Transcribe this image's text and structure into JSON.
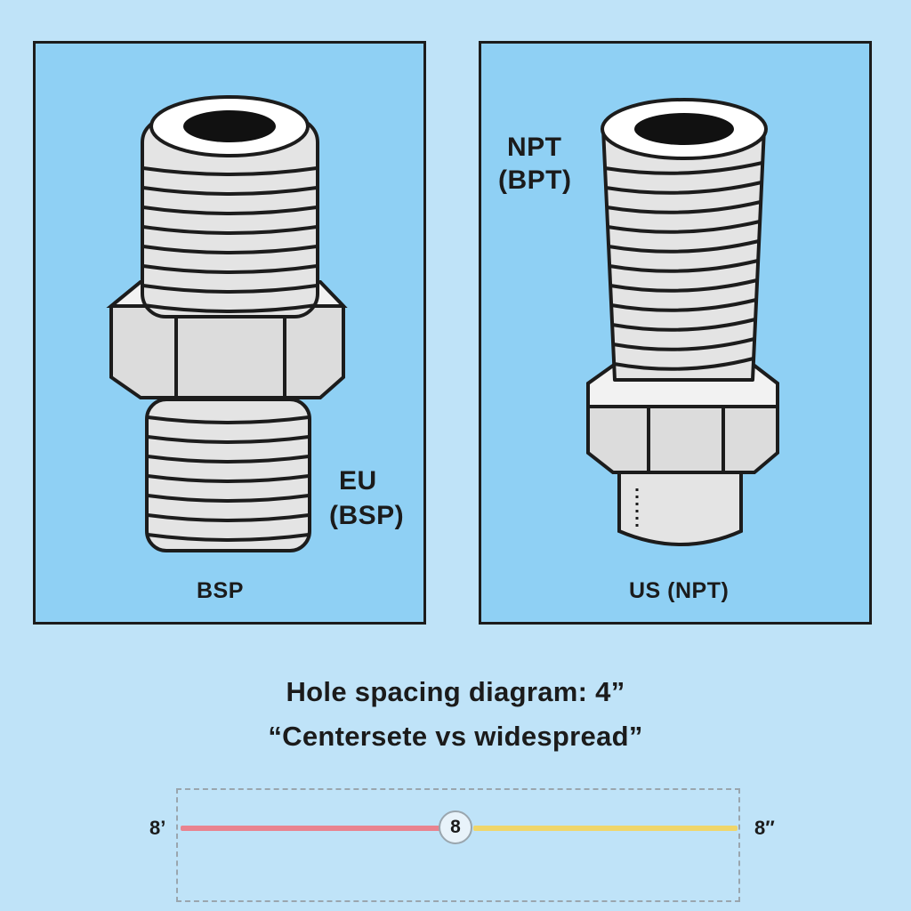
{
  "left_panel": {
    "side_label_line1": "EU",
    "side_label_line2": "(BSP)",
    "bottom_label": "BSP",
    "icon": "bsp-fitting-icon"
  },
  "right_panel": {
    "top_label_line1": "NPT",
    "top_label_line2": "(BPT)",
    "bottom_label": "US (NPT)",
    "icon": "npt-fitting-icon"
  },
  "caption": {
    "line1": "Hole spacing diagram: 4”",
    "line2": "“Centersete vs widespread”"
  },
  "scale": {
    "left_label": "8’",
    "center_label": "8",
    "right_label": "8″",
    "left_color": "#e9838f",
    "right_color": "#f0d66a"
  }
}
